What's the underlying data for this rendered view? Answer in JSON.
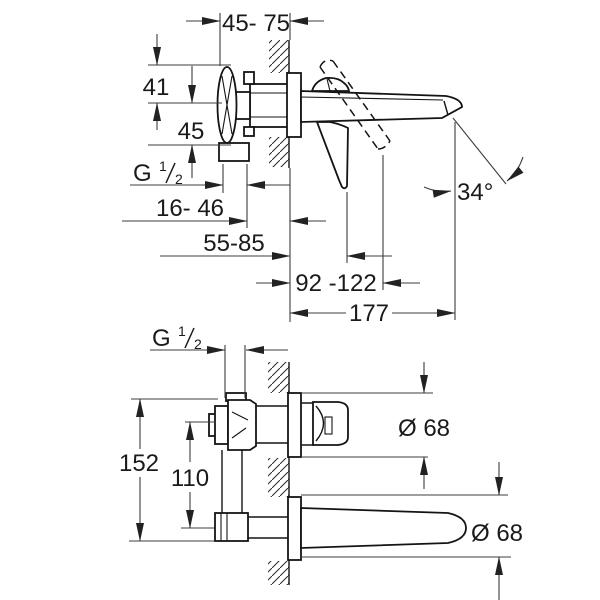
{
  "top_view": {
    "width_range": "45- 75",
    "dim_41": "41",
    "dim_45": "45",
    "thread_label": {
      "base": "G",
      "numerator": "1",
      "denominator": "2"
    },
    "depth_range": "16- 46",
    "range_55_85": "55-85",
    "range_92_122": "92 -122",
    "spout_length": "177",
    "spout_angle": "34°"
  },
  "bottom_view": {
    "thread_label": {
      "base": "G",
      "numerator": "1",
      "denominator": "2"
    },
    "dim_152": "152",
    "dim_110": "110",
    "flange_diameter_valve": "Ø 68",
    "flange_diameter_spout": "Ø 68"
  }
}
